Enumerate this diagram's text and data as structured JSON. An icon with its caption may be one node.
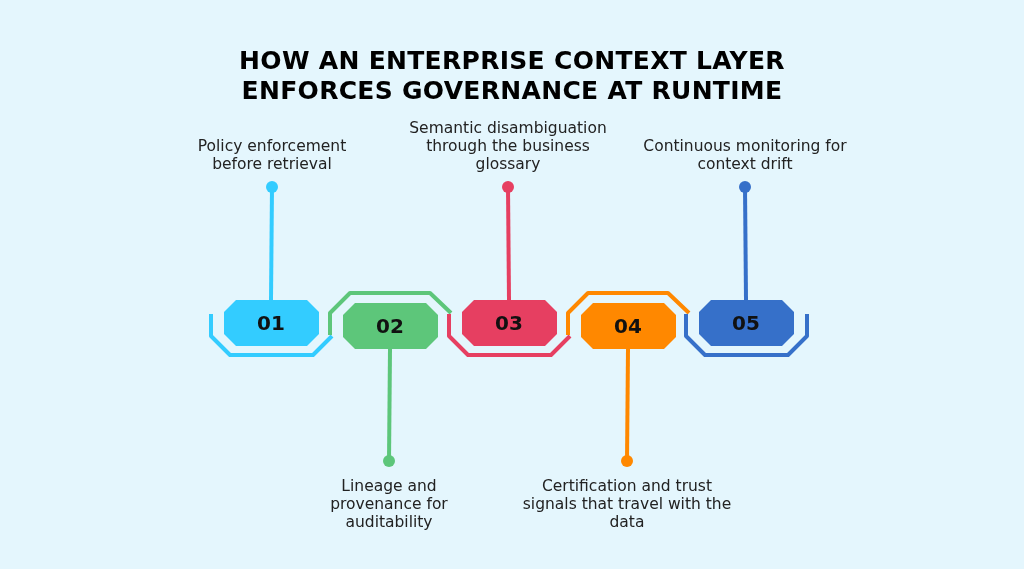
{
  "diagram": {
    "title": "HOW AN ENTERPRISE CONTEXT LAYER ENFORCES GOVERNANCE AT RUNTIME",
    "nodes": [
      {
        "text": [
          "01"
        ]
      },
      {
        "text": [
          "02"
        ]
      },
      {
        "text": [
          "03"
        ]
      },
      {
        "text": [
          "04"
        ]
      },
      {
        "text": [
          "05"
        ]
      },
      {
        "text": [
          "Policy enforcement before retrieval"
        ]
      },
      {
        "text": [
          "Lineage and provenance for auditability"
        ]
      },
      {
        "text": [
          "Semantic disambiguation through the business glossary"
        ]
      },
      {
        "text": [
          "Certification and trust signals that travel with the data"
        ]
      },
      {
        "text": [
          "Continuous monitoring for context drift"
        ]
      }
    ],
    "edges": [
      {
        "from": 5,
        "to": 0,
        "arrow": "other",
        "color": "#33ccff"
      },
      {
        "from": 6,
        "to": 1,
        "arrow": "other",
        "color": "#5dc67a"
      },
      {
        "from": 7,
        "to": 2,
        "arrow": "other",
        "color": "#e63f61"
      },
      {
        "from": 8,
        "to": 3,
        "arrow": "other",
        "color": "#ff8800"
      },
      {
        "from": 9,
        "to": 4,
        "arrow": "other",
        "color": "#3670c9"
      }
    ]
  }
}
